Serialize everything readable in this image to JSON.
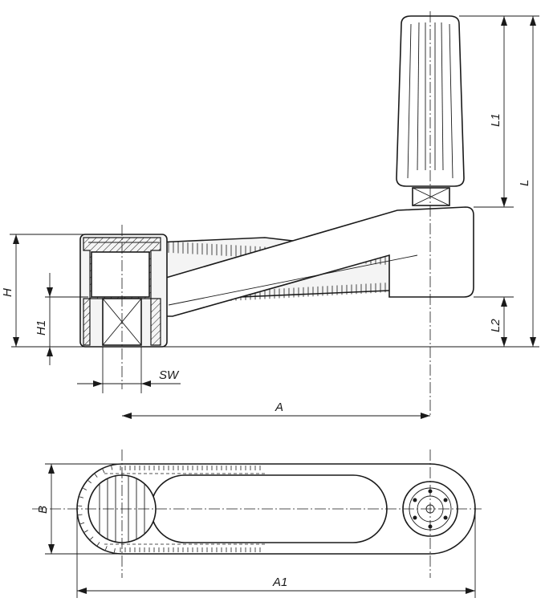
{
  "drawing": {
    "colors": {
      "line": "#1a1a1a",
      "background": "#ffffff",
      "fill": "#f4f4f4"
    },
    "labels": {
      "H": "H",
      "H1": "H1",
      "SW": "SW",
      "A": "A",
      "L": "L",
      "L1": "L1",
      "L2": "L2",
      "B": "B",
      "A1": "A1"
    }
  }
}
